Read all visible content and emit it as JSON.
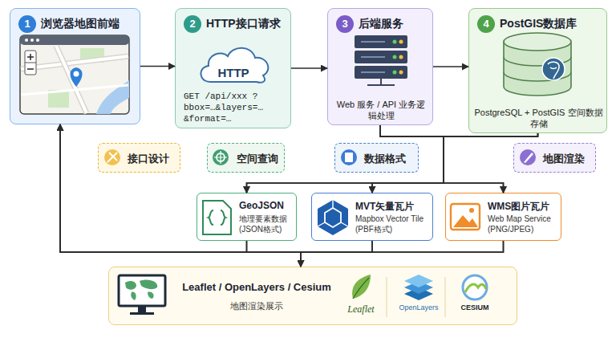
{
  "diagram": {
    "nodes": [
      {
        "text": [
          "1",
          "浏览器地图前端"
        ]
      },
      {
        "text": [
          "2",
          "HTTP接口请求",
          "HTTP",
          "GET /api/xxx ?bbox=…&layers=… &format=…"
        ]
      },
      {
        "text": [
          "3",
          "后端服务",
          "Web 服务 / API 业务逻辑处理"
        ]
      },
      {
        "text": [
          "4",
          "PostGIS数据库",
          "PostgreSQL + PostGIS 空间数据存储"
        ]
      },
      {
        "text": [
          "接口设计"
        ]
      },
      {
        "text": [
          "空间查询"
        ]
      },
      {
        "text": [
          "数据格式"
        ]
      },
      {
        "text": [
          "地图渲染"
        ]
      },
      {
        "text": [
          "GeoJSON",
          "地理要素数据 (JSON格式)"
        ]
      },
      {
        "text": [
          "MVT矢量瓦片",
          "Mapbox Vector Tile (PBF格式)"
        ]
      },
      {
        "text": [
          "WMS图片瓦片",
          "Web Map Service (PNG/JPEG)"
        ]
      },
      {
        "text": [
          "Leaflet / OpenLayers / Cesium",
          "地图渲染展示"
        ]
      }
    ],
    "edges": [
      {
        "from": 0,
        "to": 1,
        "arrow": "to"
      },
      {
        "from": 1,
        "to": 2,
        "arrow": "to"
      },
      {
        "from": 2,
        "to": 3,
        "arrow": "to"
      },
      {
        "from": 2,
        "to": 8,
        "arrow": "to"
      },
      {
        "from": 2,
        "to": 9,
        "arrow": "to"
      },
      {
        "from": 2,
        "to": 10,
        "arrow": "to"
      },
      {
        "from": 3,
        "to": 8,
        "arrow": "to"
      },
      {
        "from": 3,
        "to": 9,
        "arrow": "to"
      },
      {
        "from": 3,
        "to": 10,
        "arrow": "to"
      },
      {
        "from": 8,
        "to": 11,
        "arrow": "to"
      },
      {
        "from": 9,
        "to": 11,
        "arrow": "to"
      },
      {
        "from": 10,
        "to": 11,
        "arrow": "to"
      },
      {
        "from": 8,
        "to": 0,
        "arrow": "to"
      },
      {
        "from": 9,
        "to": 0,
        "arrow": "to"
      },
      {
        "from": 10,
        "to": 0,
        "arrow": "to"
      }
    ],
    "labels": [
      "Leaflet",
      "OpenLayers",
      "CESIUM"
    ]
  }
}
